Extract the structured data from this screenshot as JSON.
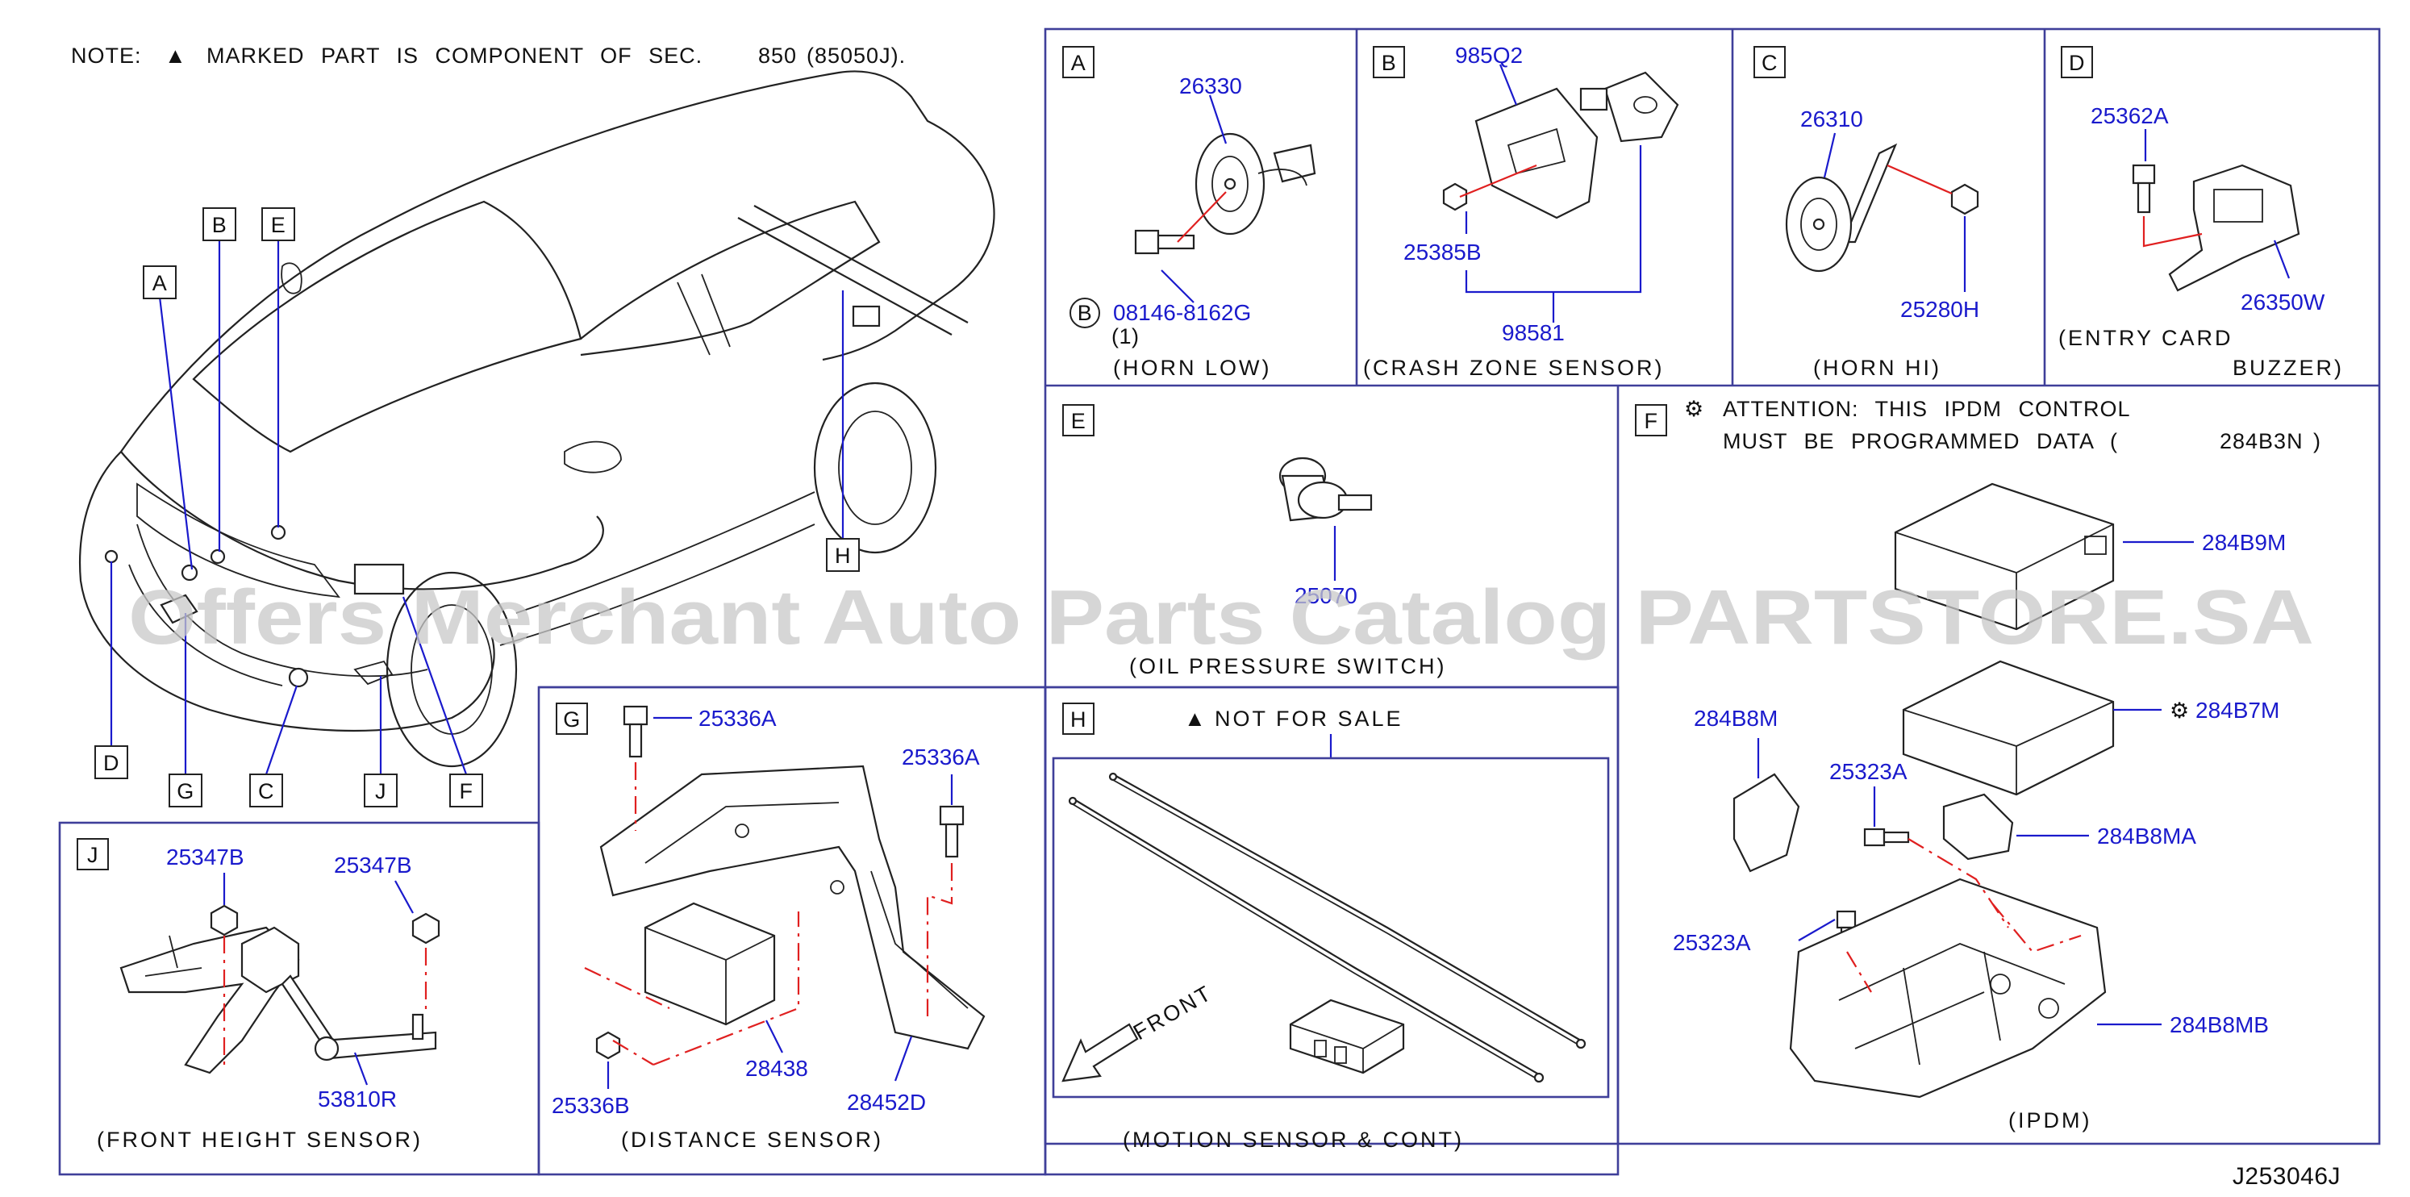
{
  "note": {
    "prefix": "NOTE:",
    "marker": "▲",
    "text": "MARKED PART IS COMPONENT OF SEC.",
    "section": "850",
    "section_code": "(85050J)."
  },
  "vehicle_labels": [
    "A",
    "B",
    "E",
    "D",
    "G",
    "C",
    "J",
    "F",
    "H"
  ],
  "panels": {
    "A": {
      "letter": "A",
      "parts": [
        "26330",
        "08146-8162G"
      ],
      "circled": "B",
      "qty": "(1)",
      "caption": "(HORN LOW)"
    },
    "B": {
      "letter": "B",
      "parts": [
        "985Q2",
        "25385B",
        "98581"
      ],
      "caption": "(CRASH ZONE SENSOR)"
    },
    "C": {
      "letter": "C",
      "parts": [
        "26310",
        "25280H"
      ],
      "caption": "(HORN HI)"
    },
    "D": {
      "letter": "D",
      "parts": [
        "25362A",
        "26350W"
      ],
      "caption_1": "(ENTRY CARD",
      "caption_2": "BUZZER)"
    },
    "E": {
      "letter": "E",
      "parts": [
        "25070"
      ],
      "caption": "(OIL PRESSURE SWITCH)"
    },
    "F": {
      "letter": "F",
      "attention_symbol": "⚙",
      "attention_1": "ATTENTION: THIS IPDM CONTROL",
      "attention_2": "MUST BE PROGRAMMED DATA (",
      "attention_part": "284B3N",
      "attention_close": ")",
      "parts": [
        "284B9M",
        "284B7M",
        "284B8M",
        "25323A",
        "284B8MA",
        "25323A",
        "284B8MB"
      ],
      "caption": "(IPDM)"
    },
    "G": {
      "letter": "G",
      "parts": [
        "25336A",
        "25336A",
        "25336B",
        "28438",
        "28452D"
      ],
      "caption": "(DISTANCE SENSOR)"
    },
    "H": {
      "letter": "H",
      "marker": "▲",
      "not_for_sale": "NOT FOR SALE",
      "front": "FRONT",
      "caption": "(MOTION SENSOR & CONT)"
    },
    "J": {
      "letter": "J",
      "parts": [
        "25347B",
        "25347B",
        "53810R"
      ],
      "caption": "(FRONT HEIGHT SENSOR)"
    }
  },
  "drawing_number": "J253046J",
  "watermark": "Offers Merchant Auto Parts Catalog PARTSTORE.SA",
  "colors": {
    "part_number": "#1a1acc",
    "panel_border": "#3f3f9a",
    "centerline": "#e02020",
    "line": "#222222"
  }
}
